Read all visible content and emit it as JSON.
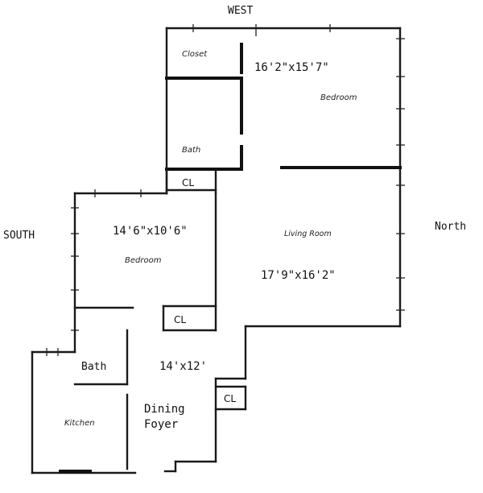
{
  "compass": {
    "west": "WEST",
    "south": "SOUTH",
    "north": "North"
  },
  "rooms": {
    "closet": "Closet",
    "bedroom_north_dims": "16'2\"x15'7\"",
    "bedroom_north": "Bedroom",
    "bath_upper": "Bath",
    "cl_upper": "CL",
    "bedroom_south_dims": "14'6\"x10'6\"",
    "bedroom_south": "Bedroom",
    "living": "Living Room",
    "living_dims": "17'9\"x16'2\"",
    "cl_middle": "CL",
    "bath_lower": "Bath",
    "foyer_dims": "14'x12'",
    "cl_lower": "CL",
    "kitchen": "Kitchen",
    "dining_foyer_line1": "Dining",
    "dining_foyer_line2": "Foyer"
  }
}
